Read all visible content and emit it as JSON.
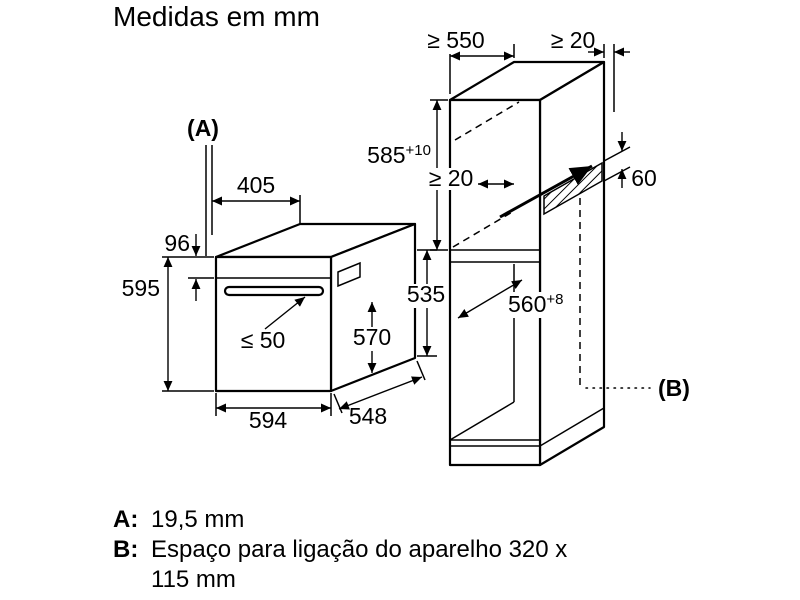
{
  "title": "Medidas em mm",
  "oven": {
    "label_a": "(A)",
    "top_width": "405",
    "panel_height": "96",
    "height": "595",
    "handle_depth": "≤ 50",
    "door_height": "570",
    "width": "594",
    "depth": "548",
    "side_height": "535"
  },
  "cabinet": {
    "top_depth": "≥ 550",
    "rear_gap_top": "≥ 20",
    "niche_height": "585",
    "niche_height_tolerance": "+10",
    "vent_gap": "≥ 20",
    "vent_depth": "60",
    "niche_depth": "560",
    "niche_depth_tolerance": "+8",
    "label_b": "(B)"
  },
  "legend": {
    "a_key": "A:",
    "a_value": "19,5 mm",
    "b_key": "B:",
    "b_value_line1": "Espaço para ligação do aparelho 320 x",
    "b_value_line2": "115 mm"
  },
  "colors": {
    "line": "#000000",
    "background": "#ffffff"
  }
}
